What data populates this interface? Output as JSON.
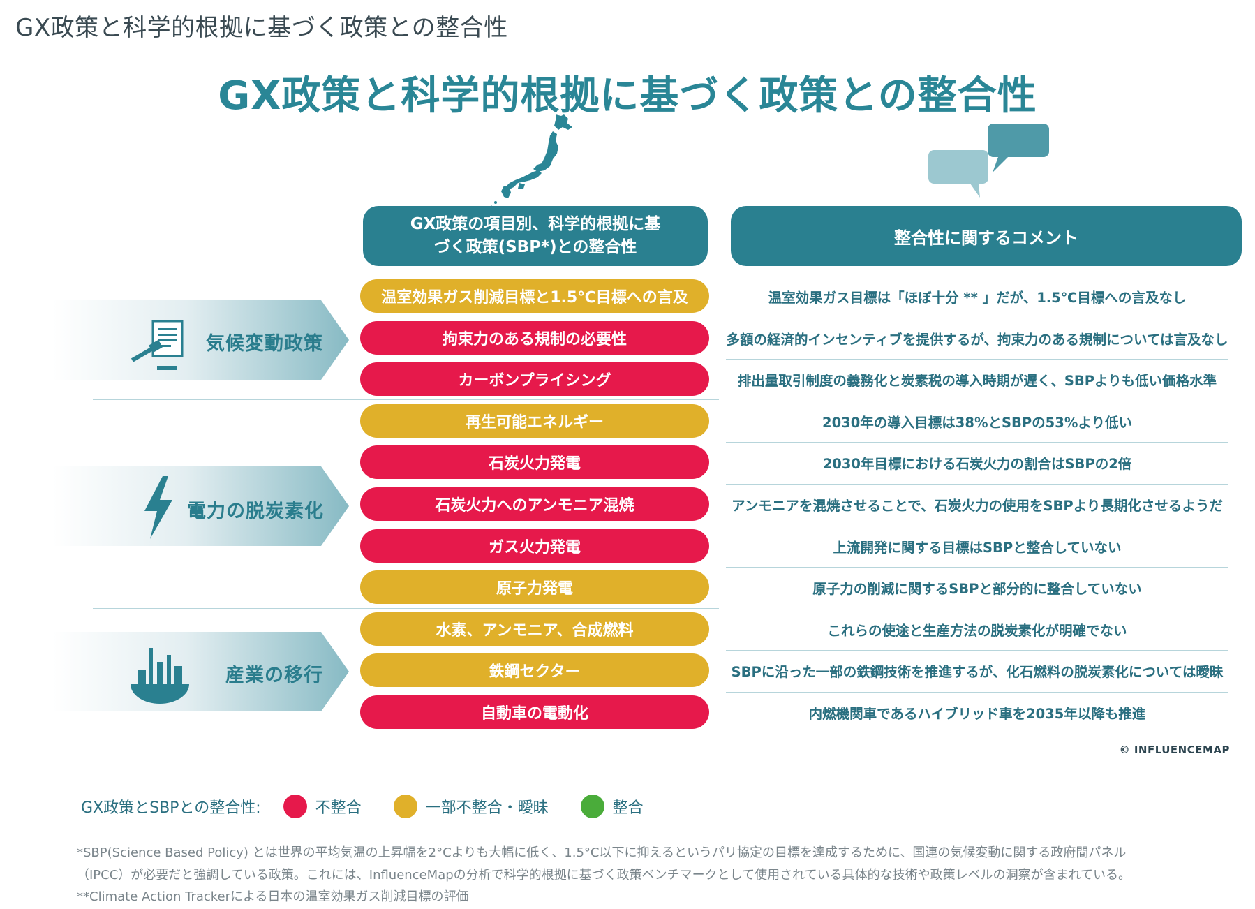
{
  "page_header": "GX政策と科学的根拠に基づく政策との整合性",
  "main_title": "GX政策と科学的根拠に基づく政策との整合性",
  "colors": {
    "misaligned": "#e6194b",
    "partial": "#e0b02a",
    "aligned": "#4aac3a",
    "teal": "#2a8090"
  },
  "columns": {
    "left_header_line1": "GX政策の項目別、科学的根拠に基",
    "left_header_line2": "づく政策(SBP*)との整合性",
    "right_header": "整合性に関するコメント"
  },
  "categories": [
    {
      "label": "気候変動政策",
      "icon": "gavel-document-icon"
    },
    {
      "label": "電力の脱炭素化",
      "icon": "lightning-bolt-icon"
    },
    {
      "label": "産業の移行",
      "icon": "factory-icon"
    }
  ],
  "rows": [
    {
      "item": "温室効果ガス削減目標と1.5℃目標への言及",
      "status": "partial",
      "comment": "温室効果ガス目標は「ほぼ十分 ** 」だが、1.5℃目標への言及なし"
    },
    {
      "item": "拘束力のある規制の必要性",
      "status": "misaligned",
      "comment": "多額の経済的インセンティブを提供するが、拘束力のある規制については言及なし"
    },
    {
      "item": "カーボンプライシング",
      "status": "misaligned",
      "comment": "排出量取引制度の義務化と炭素税の導入時期が遅く、SBPよりも低い価格水準"
    },
    {
      "item": "再生可能エネルギー",
      "status": "partial",
      "comment": "2030年の導入目標は38%とSBPの53%より低い"
    },
    {
      "item": "石炭火力発電",
      "status": "misaligned",
      "comment": "2030年目標における石炭火力の割合はSBPの2倍"
    },
    {
      "item": "石炭火力へのアンモニア混焼",
      "status": "misaligned",
      "comment": "アンモニアを混焼させることで、石炭火力の使用をSBPより長期化させるようだ"
    },
    {
      "item": "ガス火力発電",
      "status": "misaligned",
      "comment": "上流開発に関する目標はSBPと整合していない"
    },
    {
      "item": "原子力発電",
      "status": "partial",
      "comment": "原子力の削減に関するSBPと部分的に整合していない"
    },
    {
      "item": "水素、アンモニア、合成燃料",
      "status": "partial",
      "comment": "これらの使途と生産方法の脱炭素化が明確でない"
    },
    {
      "item": "鉄鋼セクター",
      "status": "partial",
      "comment": "SBPに沿った一部の鉄鋼技術を推進するが、化石燃料の脱炭素化については曖昧"
    },
    {
      "item": "自動車の電動化",
      "status": "misaligned",
      "comment": "内燃機関車であるハイブリッド車を2035年以降も推進"
    }
  ],
  "copyright": "© INFLUENCEMAP",
  "legend": {
    "title": "GX政策とSBPとの整合性:",
    "misaligned": "不整合",
    "partial": "一部不整合・曖昧",
    "aligned": "整合"
  },
  "footnotes": {
    "line1": "*SBP(Science Based Policy) とは世界の平均気温の上昇幅を2°Cよりも大幅に低く、1.5°C以下に抑えるというパリ協定の目標を達成するために、国連の気候変動に関する政府間パネル",
    "line2": "（IPCC）が必要だと強調している政策。これには、InfluenceMapの分析で科学的根拠に基づく政策ベンチマークとして使用されている具体的な技術や政策レベルの洞察が含まれている。",
    "line3": "**Climate Action Trackerによる日本の温室効果ガス削減目標の評価"
  }
}
